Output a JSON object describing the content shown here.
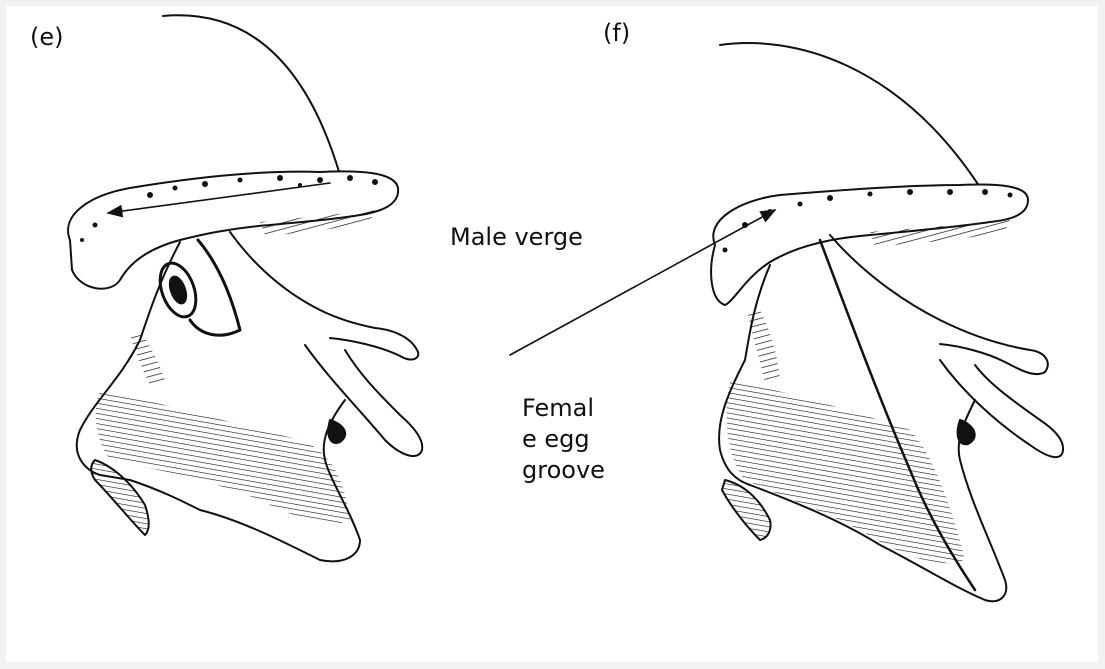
{
  "panels": {
    "e": {
      "label": "(e)"
    },
    "f": {
      "label": "(f)"
    }
  },
  "annotations": {
    "male_verge": "Male verge",
    "female_egg_groove": "Femal\ne egg\ngroove"
  },
  "colors": {
    "ink": "#111111",
    "background": "#ffffff",
    "frame": "#f2f2f2"
  }
}
